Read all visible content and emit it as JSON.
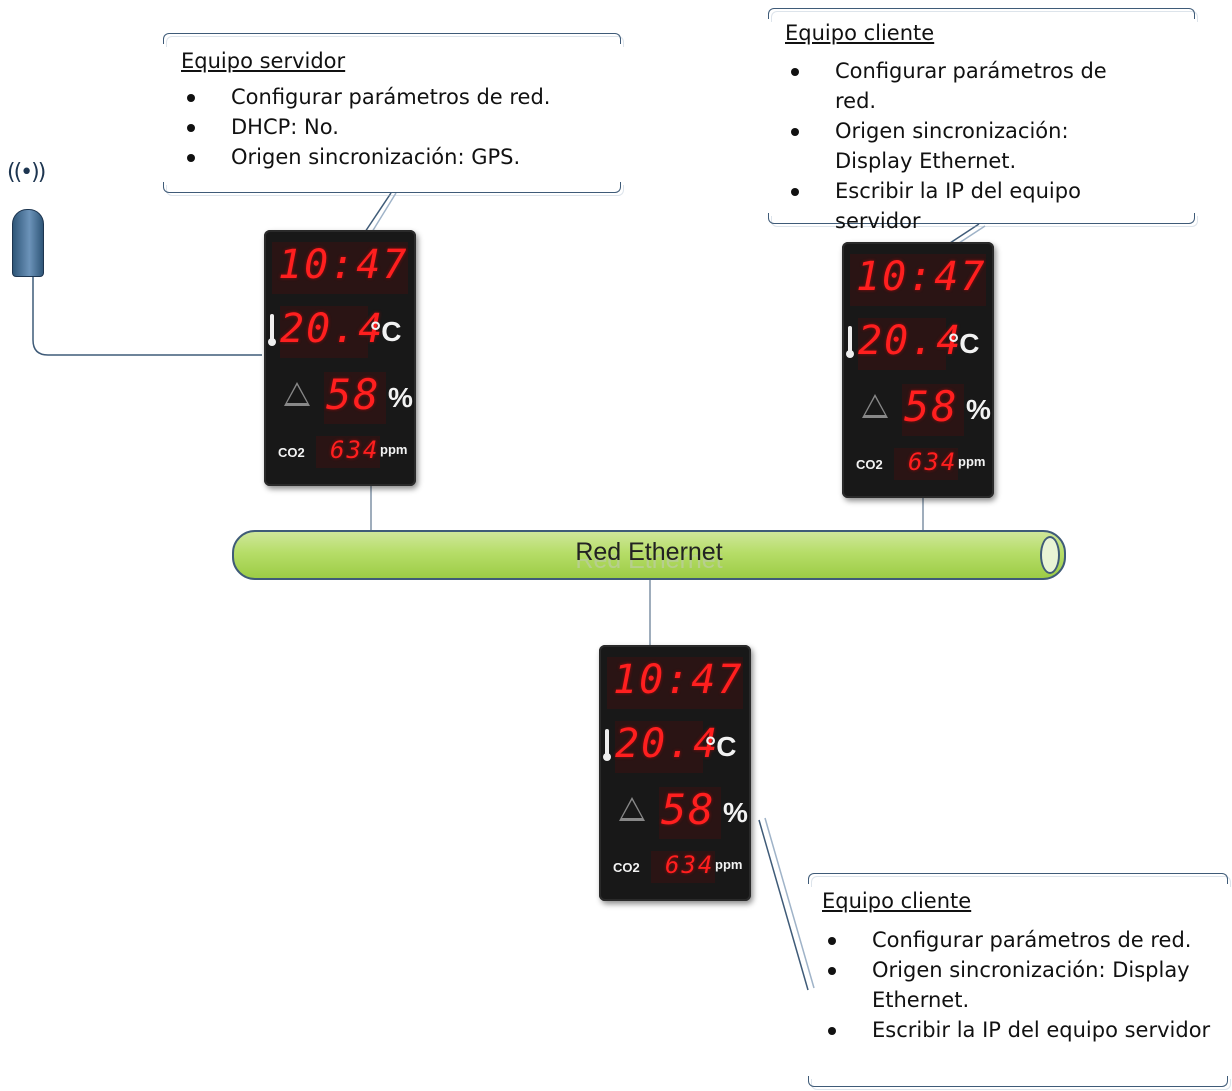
{
  "network": {
    "label": "Red Ethernet"
  },
  "callouts": {
    "server": {
      "title": "Equipo servidor",
      "items": [
        "Configurar parámetros de red.",
        "DHCP: No.",
        "Origen sincronización: GPS."
      ]
    },
    "client_top": {
      "title": "Equipo cliente",
      "items": [
        "Configurar parámetros de red.",
        "Origen sincronización: Display Ethernet.",
        "Escribir la IP del equipo servidor"
      ]
    },
    "client_bottom": {
      "title": "Equipo cliente",
      "items": [
        "Configurar parámetros de red.",
        "Origen sincronización: Display Ethernet.",
        "Escribir la IP del equipo servidor"
      ]
    }
  },
  "display": {
    "time": "10:47",
    "temperature": "20.4",
    "temperature_unit": "°C",
    "humidity": "58",
    "humidity_unit": "%",
    "co2_label": "CO2",
    "co2": "634",
    "co2_unit": "ppm"
  },
  "colors": {
    "led": "#ff1f1f",
    "tube": "#b6dd68",
    "outline": "#3f5b78"
  },
  "icons": {
    "antenna": "gps-antenna-icon",
    "thermometer": "thermometer-icon",
    "humidity": "humidity-icon"
  }
}
